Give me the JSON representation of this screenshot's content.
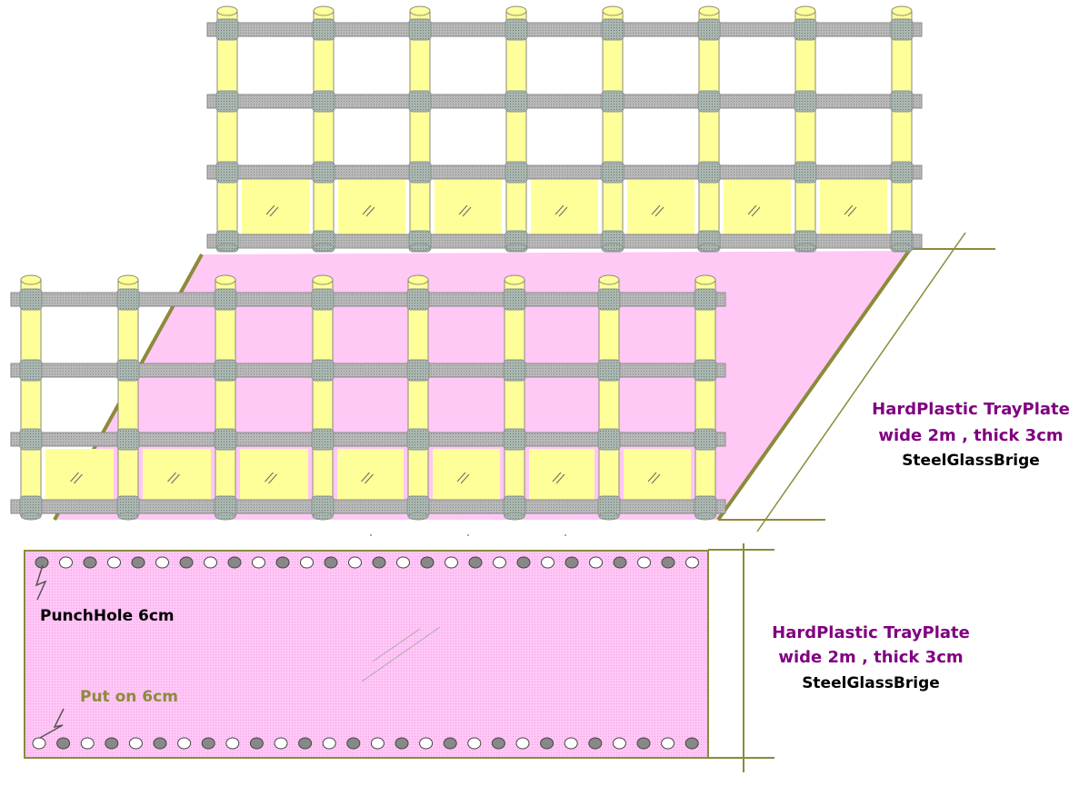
{
  "labels": {
    "upper_title": "HardPlastic TrayPlate",
    "upper_dims": "wide 2m , thick 3cm",
    "upper_name": "SteelGlassBrige",
    "punch_hole": "PunchHole 6cm",
    "put_on": "Put on 6cm",
    "lower_title": "HardPlastic TrayPlate",
    "lower_dims": "wide 2m , thick 3cm",
    "lower_name": "SteelGlassBrige"
  },
  "colors": {
    "title_purple": "#800080",
    "name_black": "#000000",
    "put_on_olive": "#8c8c3c",
    "plate_pink": "#ffc8f5",
    "pillar_yellow": "#ffff99",
    "glass_yellow": "#ffff99",
    "beam_gray": "#b4b4b4",
    "band_gray": "#a8b4ae",
    "olive_line": "#8b8b3a",
    "hole_dark": "#888888",
    "hole_light": "#ffffff"
  },
  "icons": [
    "pillar-shape",
    "beam-shape",
    "glass-pane-shape",
    "punch-hole-shape",
    "lightning-arrow-icon"
  ]
}
